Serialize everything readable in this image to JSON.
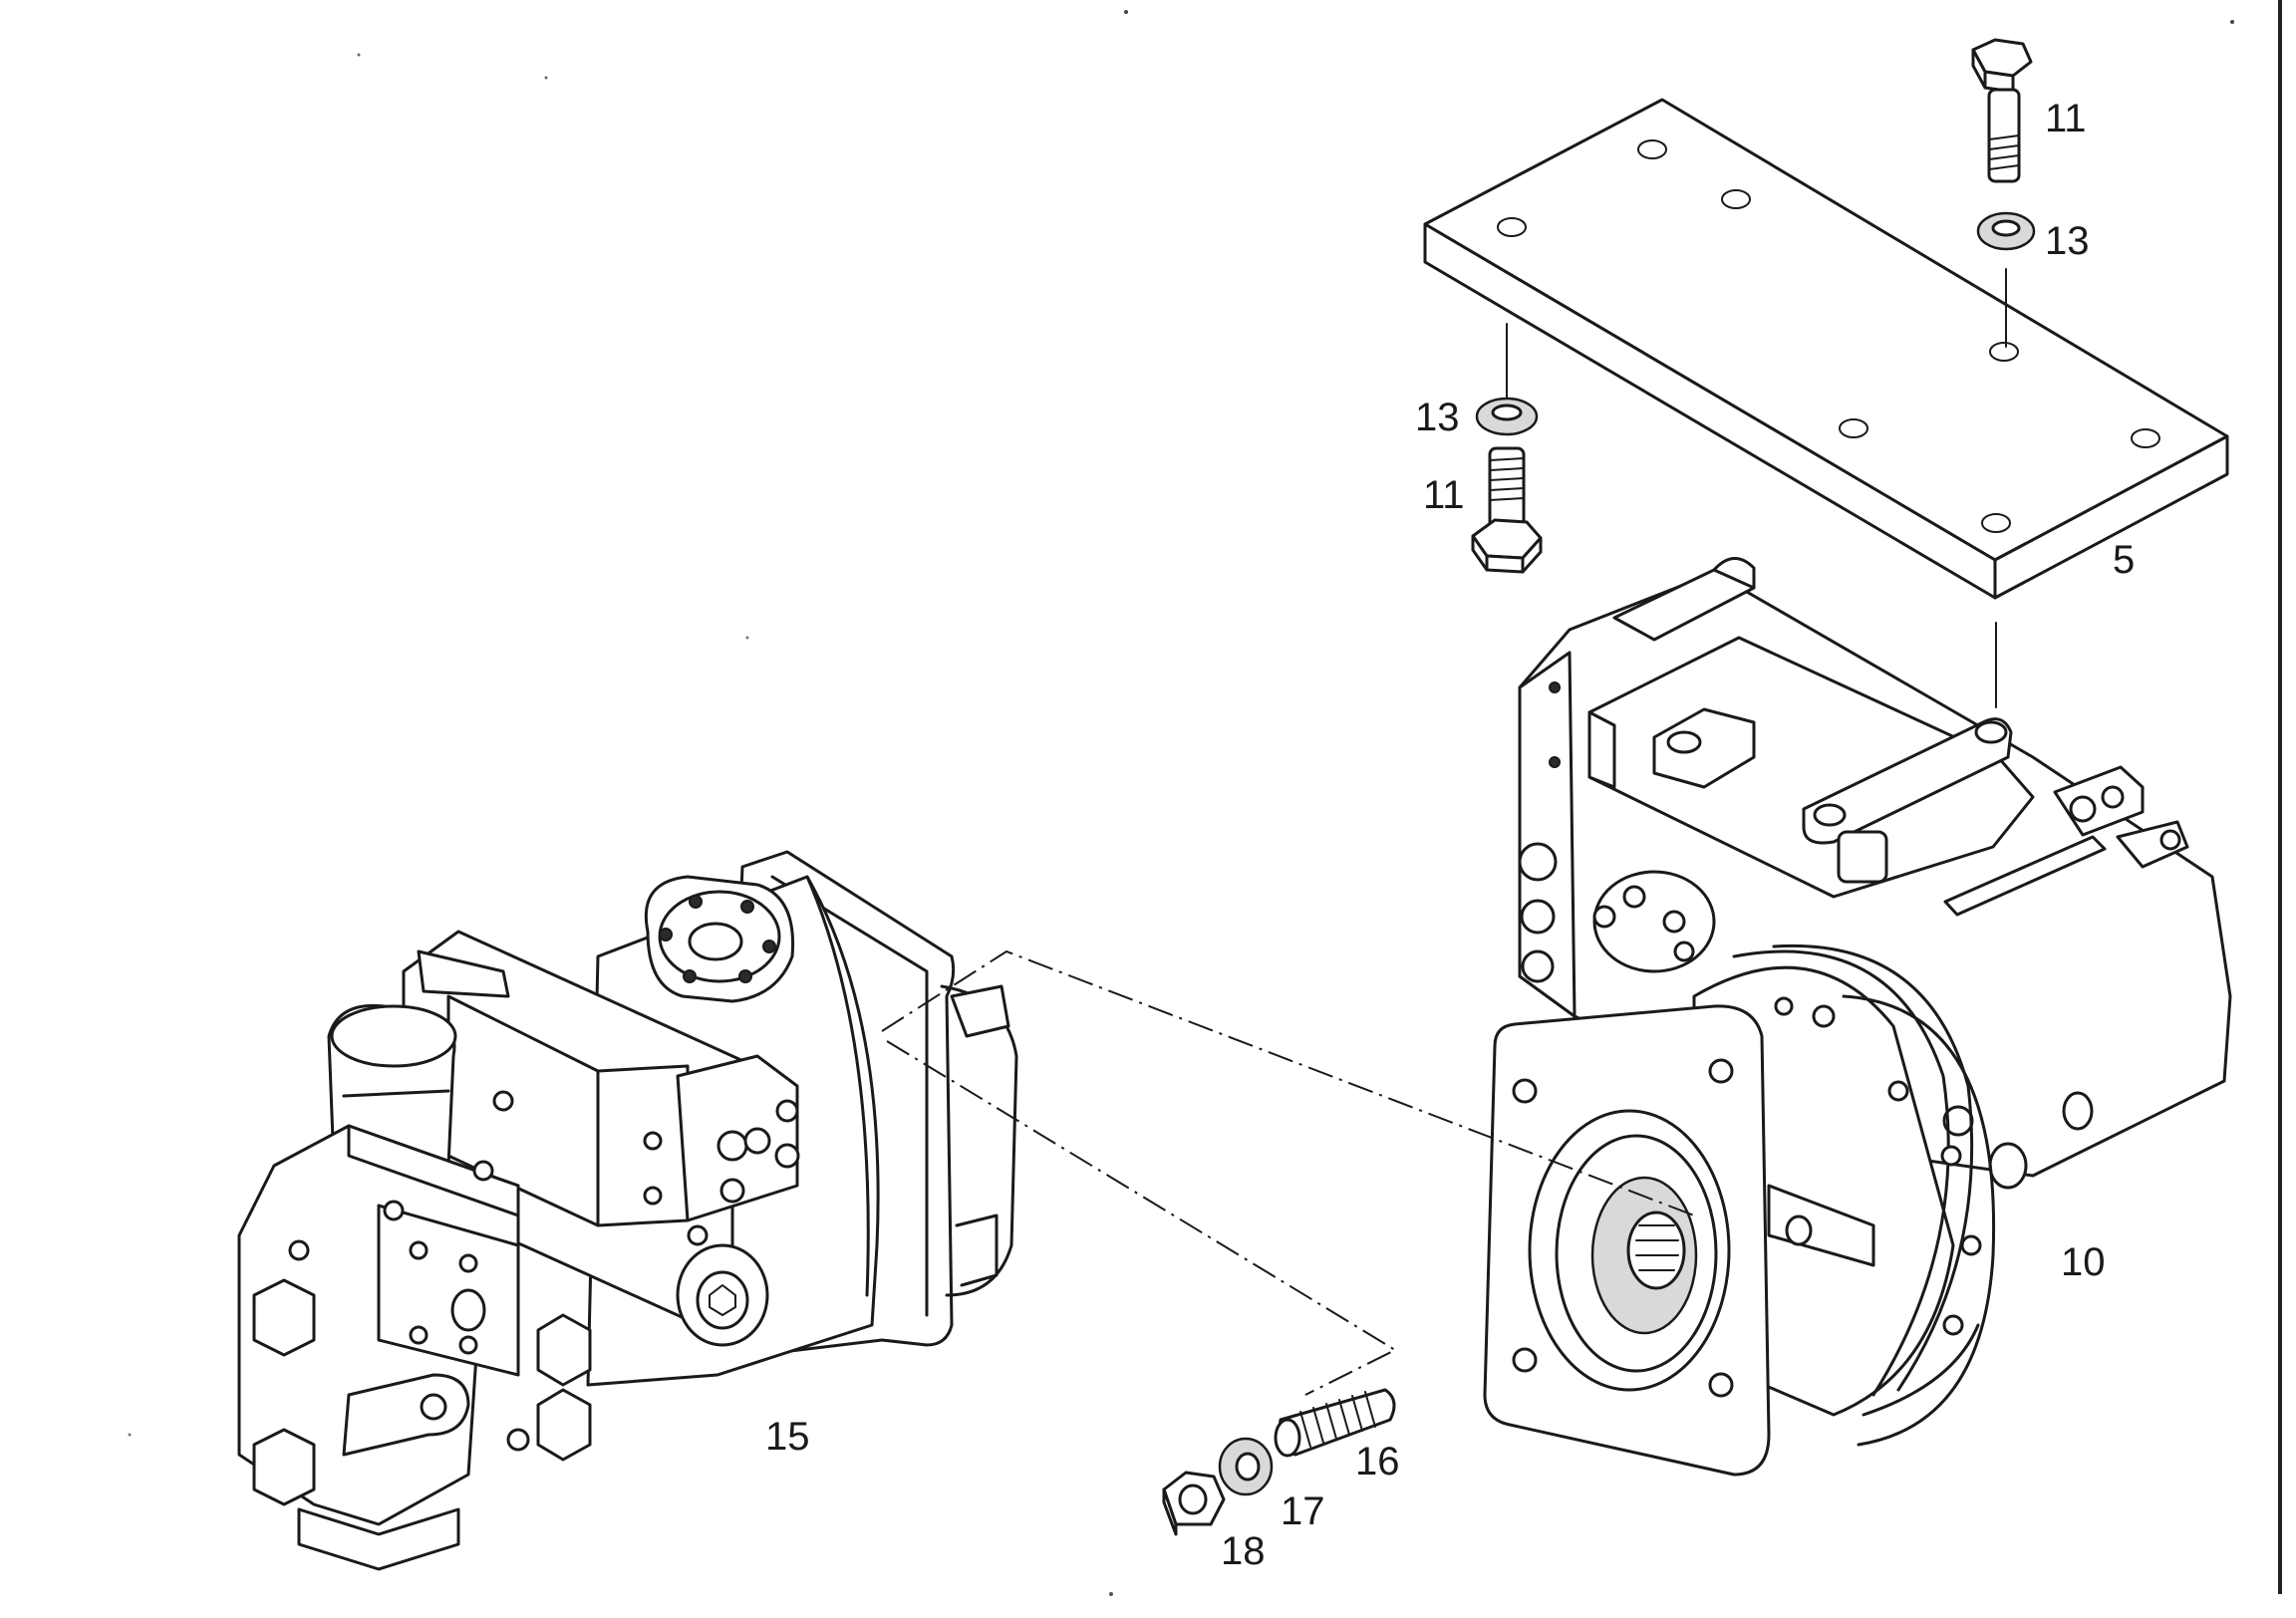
{
  "diagram": {
    "callouts": [
      {
        "id": "5",
        "label": "5"
      },
      {
        "id": "10",
        "label": "10"
      },
      {
        "id": "11a",
        "label": "11"
      },
      {
        "id": "11b",
        "label": "11"
      },
      {
        "id": "13a",
        "label": "13"
      },
      {
        "id": "13b",
        "label": "13"
      },
      {
        "id": "15",
        "label": "15"
      },
      {
        "id": "16",
        "label": "16"
      },
      {
        "id": "17",
        "label": "17"
      },
      {
        "id": "18",
        "label": "18"
      }
    ],
    "parts": [
      {
        "number": "5",
        "kind": "mounting-plate"
      },
      {
        "number": "10",
        "kind": "flanged-pump"
      },
      {
        "number": "11",
        "kind": "hex-bolt"
      },
      {
        "number": "13",
        "kind": "washer"
      },
      {
        "number": "15",
        "kind": "hydraulic-pump"
      },
      {
        "number": "16",
        "kind": "stud"
      },
      {
        "number": "17",
        "kind": "washer"
      },
      {
        "number": "18",
        "kind": "hex-nut"
      }
    ]
  }
}
